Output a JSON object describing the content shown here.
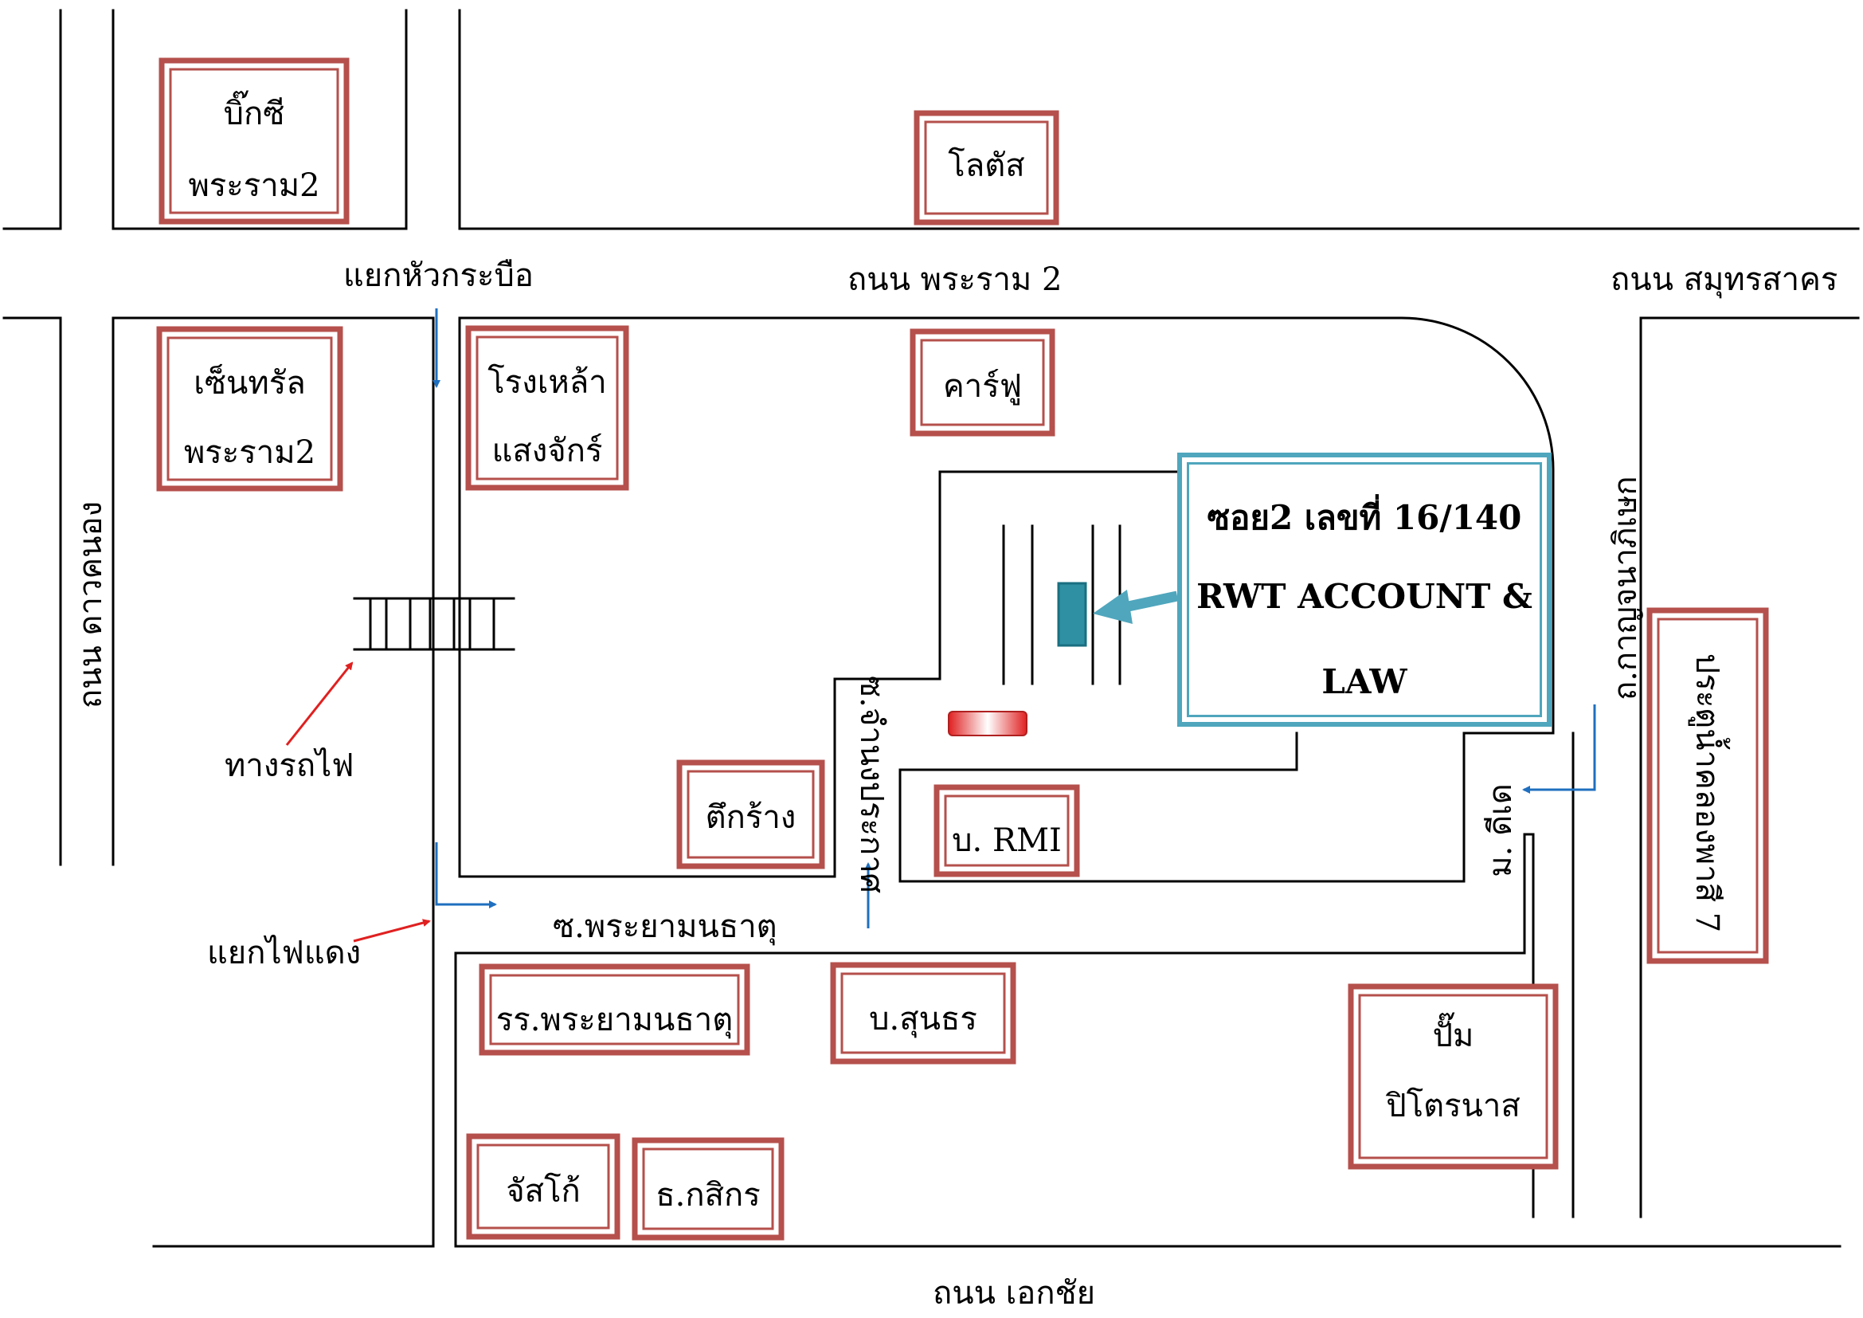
{
  "roads": {
    "rama2": "ถนน พระราม 2",
    "samutsakhon": "ถนน สมุทรสาคร",
    "daokhanong": "ถนน ดาวคนอง",
    "ekachai": "ถนน เอกชัย",
    "kanchanaphisek": "ถ.กาญจนาภิเษก",
    "soi_phrayamonthatu": "ซ.พระยามนธาตุ",
    "soi_chamnaprakan": "ซ.จำนงประกาศ",
    "moo_dee": "ม. ดีเด"
  },
  "intersections": {
    "hua_krabue": "แยกหัวกระบือ",
    "traffic_light": "แยกไฟแดง",
    "railway": "ทางรถไฟ"
  },
  "landmarks": {
    "bigc_line1": "บิ๊กซี",
    "bigc_line2": "พระราม2",
    "lotus": "โลตัส",
    "central_line1": "เซ็นทรัล",
    "central_line2": "พระราม2",
    "distillery_line1": "โรงเหล้า",
    "distillery_line2": "แสงจักร์",
    "carrefour": "คาร์ฟู",
    "abandoned_building": "ตึกร้าง",
    "rmi": "บ. RMI",
    "school": "รร.พระยามนธาตุ",
    "sunthorn": "บ.สุนธร",
    "pump_line1": "ปั๊ม",
    "pump_line2": "ปิโตรนาส",
    "jasco": "จัสโก้",
    "kasikorn": "ธ.กสิกร",
    "chomthong_gate": "ประตูน้ำคลองพาสี 7"
  },
  "destination": {
    "line1": "ซอย2  เลขที่ 16/140",
    "line2": "RWT ACCOUNT &",
    "line3": "LAW"
  },
  "colors": {
    "landmark_frame": "#b5504c",
    "destination_frame": "#4fa6bd",
    "destination_marker": "#2f8fa3",
    "road_arrow": "#1f6fbf",
    "pointer_arrow": "#e02020",
    "road_line": "#000000"
  }
}
